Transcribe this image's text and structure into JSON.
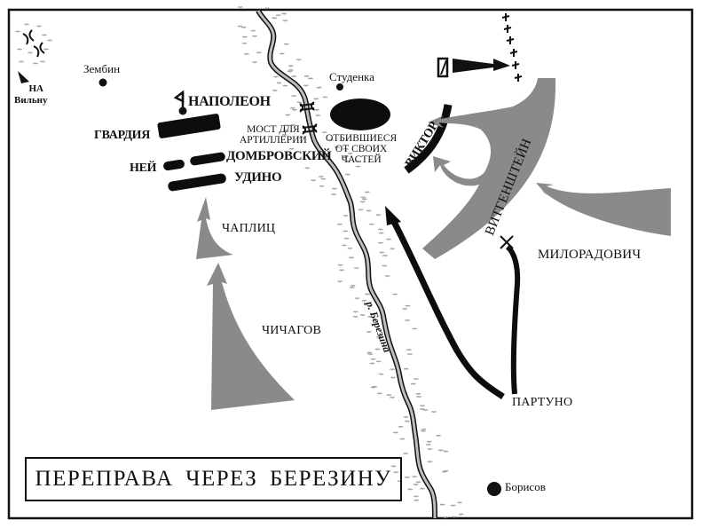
{
  "map": {
    "title": "ПЕРЕПРАВА ЧЕРЕЗ БЕРЕЗИНУ",
    "colors": {
      "french": "#0d0d0d",
      "russian": "#8a8a8a",
      "river": "#7a7a7a",
      "border": "#111111",
      "background": "#ffffff"
    },
    "towns": [
      {
        "name": "Зембин"
      },
      {
        "name": "Студенка"
      },
      {
        "name": "Борисов"
      }
    ],
    "direction": {
      "line1": "НА",
      "line2": "Вильну"
    },
    "river": {
      "label": "р. Березина"
    },
    "bridge": {
      "line1": "МОСТ ДЛЯ",
      "line2": "АРТИЛЛЕРИИ"
    },
    "stragglers": {
      "line1": "ОТБИВШИЕСЯ",
      "line2": "ОТ СВОИХ",
      "line3": "ЧАСТЕЙ"
    },
    "french_units": {
      "napoleon": "НАПОЛЕОН",
      "guard": "ГВАРДИЯ",
      "ney": "НЕЙ",
      "dombrowski": "ДОМБРОВСКИЙ",
      "oudinot": "УДИНО",
      "victor": "ВИКТОР",
      "partouneaux": "ПАРТУНО"
    },
    "russian_units": {
      "chaplits": "ЧАПЛИЦ",
      "chichagov": "ЧИЧАГОВ",
      "wittgenstein": "ВИТГЕНШТЕЙН",
      "miloradovich": "МИЛОРАДОВИЧ"
    }
  }
}
